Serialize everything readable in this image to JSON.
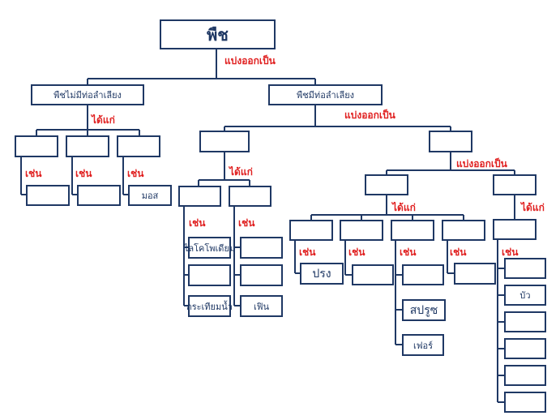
{
  "root": "พืช",
  "connectors": {
    "split": "แบ่งออกเป็น",
    "such_as": "ได้แก่",
    "example": "เช่น"
  },
  "branches": {
    "non_vascular": "พืชไม่มีท่อลำเลียง",
    "vascular": "พืชมีท่อลำเลียง"
  },
  "examples": {
    "moss": "มอส",
    "lycopodium": "ไลโคโพเดียม",
    "water_clover": "กระเทียมน้ำ",
    "fern": "เฟิน",
    "pine": "ปรง",
    "sapruet": "สปรูซ",
    "fir": "เฟอร์",
    "lotus": "บัว"
  },
  "colors": {
    "box_border": "#1f3864",
    "connector_text": "#e02020"
  }
}
